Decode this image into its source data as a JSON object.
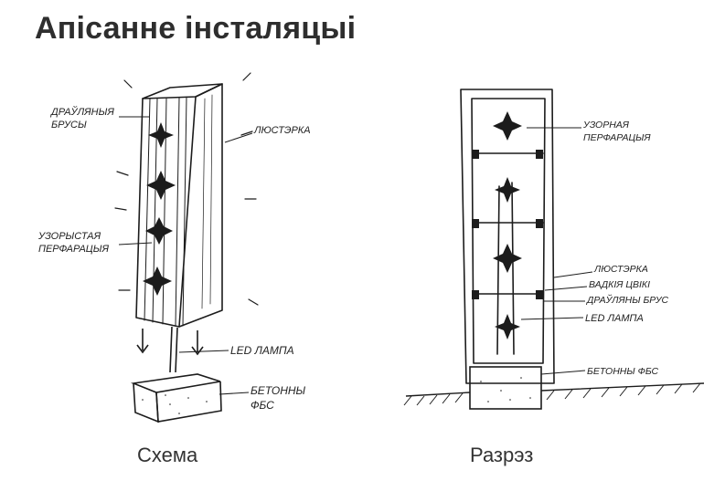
{
  "title": "Апісанне інсталяцыі",
  "diagrams": [
    {
      "caption": "Схема",
      "labels": {
        "wooden_bars": [
          "ДРАЎЛЯНЫЯ",
          "БРУСЫ"
        ],
        "mirror": "ЛЮСТЭРКА",
        "pattern": [
          "УЗОРЫСТАЯ",
          "ПЕРФАРАЦЫЯ"
        ],
        "led": "LED ЛАМПА",
        "concrete": [
          "БЕТОННЫ",
          "ФБС"
        ]
      }
    },
    {
      "caption": "Разрэз",
      "labels": {
        "pattern": [
          "УЗОРНАЯ",
          "ПЕРФАРАЦЫЯ"
        ],
        "mirror": "ЛЮСТЭРКА",
        "liquid": "ВАДКІЯ ЦВІКІ",
        "wooden_bar": "ДРАЎЛЯНЫ БРУС",
        "led": "LED ЛАМПА",
        "concrete": "БЕТОННЫ ФБС"
      }
    }
  ],
  "colors": {
    "ink": "#1c1c1c",
    "text": "#2e2e2e",
    "background": "#ffffff"
  }
}
